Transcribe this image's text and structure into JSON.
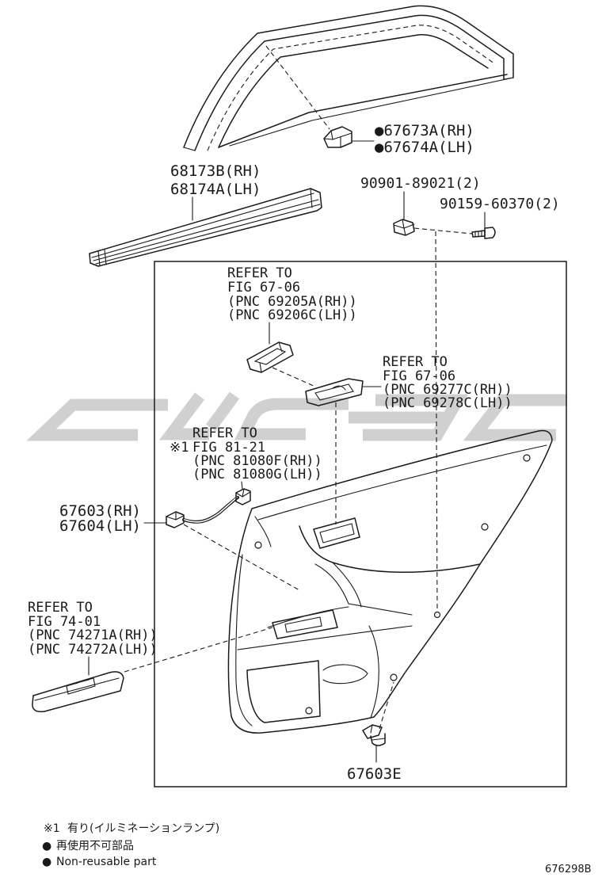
{
  "colors": {
    "line": "#1a1a1a",
    "watermark": "#c8c8c8"
  },
  "callouts": {
    "frame_clip": {
      "rh": "●67673A(RH)",
      "lh": "●67674A(LH)"
    },
    "weatherstrip": {
      "rh": "68173B(RH)",
      "lh": "68174A(LH)"
    },
    "clip": "90901-89021(2)",
    "screw": "90159-60370(2)",
    "trim_board": {
      "rh": "67603(RH)",
      "lh": "67604(LH)"
    },
    "trim_clip": "67603E"
  },
  "references": [
    {
      "lines": [
        "REFER TO",
        "FIG 67-06",
        "(PNC 69205A(RH))",
        "(PNC 69206C(LH))"
      ]
    },
    {
      "lines": [
        "REFER TO",
        "FIG 67-06",
        "(PNC 69277C(RH))",
        "(PNC 69278C(LH))"
      ]
    },
    {
      "mark": "※1",
      "lines": [
        "REFER TO",
        "FIG 81-21",
        "(PNC 81080F(RH))",
        "(PNC 81080G(LH))"
      ]
    },
    {
      "lines": [
        "REFER TO",
        "FIG 74-01",
        "(PNC 74271A(RH))",
        "(PNC 74272A(LH))"
      ]
    }
  ],
  "notes": [
    {
      "mark": "※1",
      "text": "有り(イルミネーションランプ)"
    },
    {
      "mark": "●",
      "text": "再使用不可部品"
    },
    {
      "mark": "●",
      "text": "Non-reusable part"
    }
  ],
  "figure_code": "676298B"
}
